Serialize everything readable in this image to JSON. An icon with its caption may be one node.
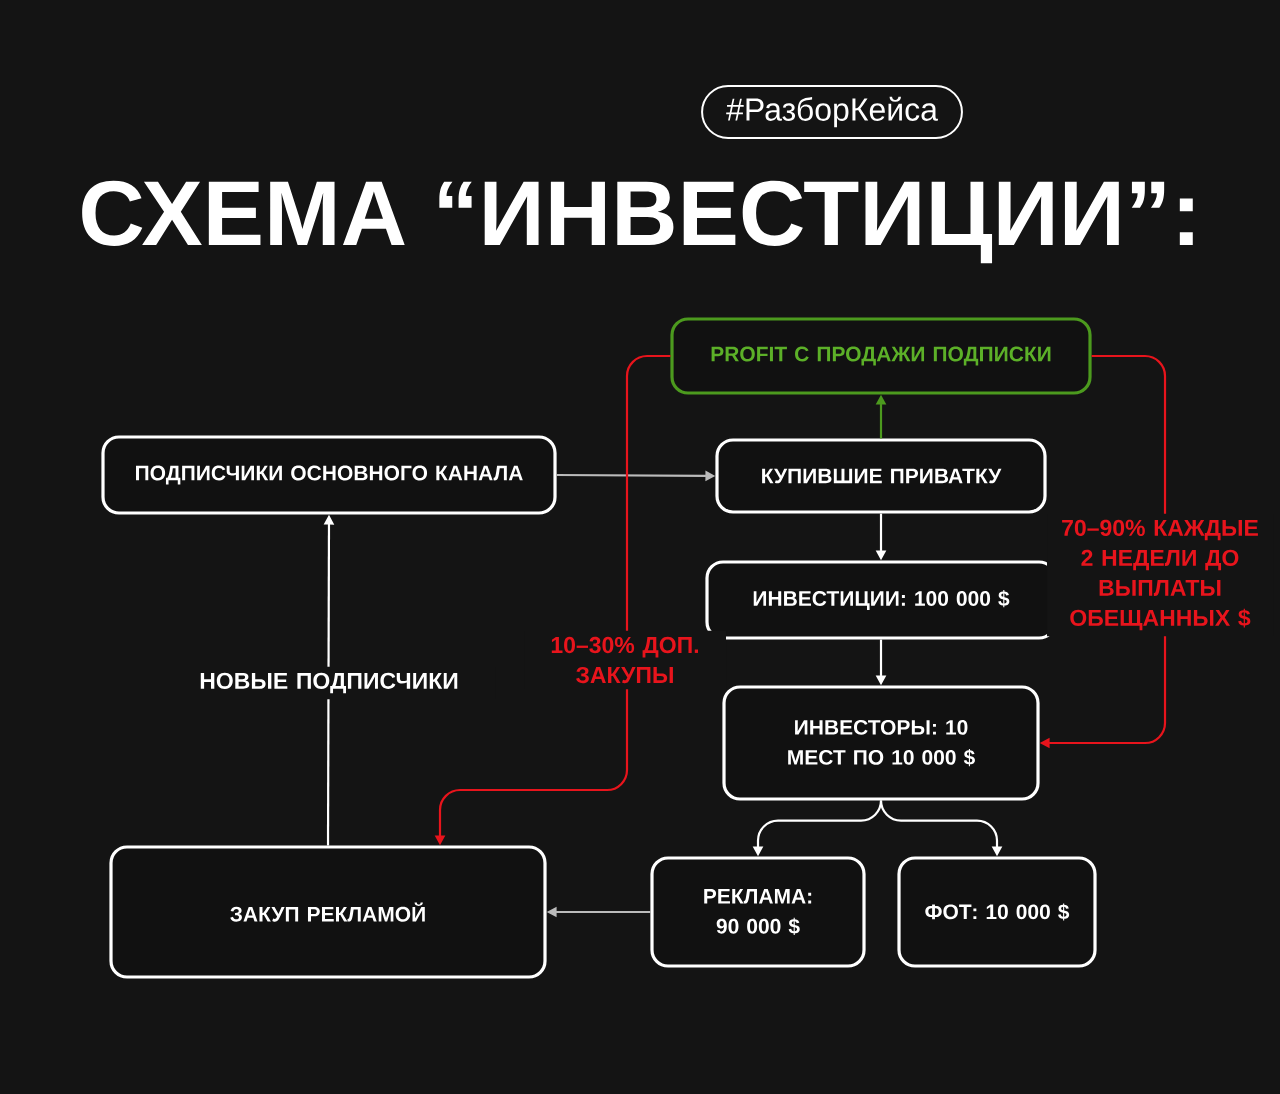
{
  "diagram": {
    "title": "СХЕМА “ИНВЕСТИЦИИ”:",
    "nodes": [
      {
        "text": [
          "PROFIT С ПРОДАЖИ ПОДПИСКИ"
        ]
      },
      {
        "text": [
          "ПОДПИСЧИКИ ОСНОВНОГО КАНАЛА"
        ]
      },
      {
        "text": [
          "КУПИВШИЕ ПРИВАТКУ"
        ]
      },
      {
        "text": [
          "ИНВЕСТИЦИИ: 100 000 $"
        ]
      },
      {
        "text": [
          "ИНВЕСТОРЫ: 10 МЕСТ ПО 10 000 $"
        ]
      },
      {
        "text": [
          "ЗАКУП РЕКЛАМОЙ"
        ]
      },
      {
        "text": [
          "РЕКЛАМА: 90 000 $"
        ]
      },
      {
        "text": [
          "ФОТ: 10 000 $"
        ]
      }
    ],
    "edges": [
      {
        "from": 1,
        "to": 2,
        "arrow": "to",
        "color": "#bbbbbb"
      },
      {
        "from": 2,
        "to": 0,
        "arrow": "to",
        "color": "#4c9a1e"
      },
      {
        "from": 2,
        "to": 3,
        "arrow": "to"
      },
      {
        "from": 3,
        "to": 4,
        "arrow": "to"
      },
      {
        "from": 4,
        "to": 6,
        "arrow": "to"
      },
      {
        "from": 4,
        "to": 7,
        "arrow": "to"
      },
      {
        "from": 6,
        "to": 5,
        "arrow": "to",
        "color": "#bbbbbb"
      },
      {
        "from": 5,
        "to": 1,
        "arrow": "to",
        "label": "НОВЫЕ ПОДПИСЧИКИ"
      },
      {
        "from": 0,
        "to": 5,
        "arrow": "to",
        "color": "#e8141c",
        "label": "10–30% ДОП. ЗАКУПЫ"
      },
      {
        "from": 0,
        "to": 4,
        "arrow": "to",
        "color": "#e8141c",
        "label": "70–90% КАЖДЫЕ 2 НЕДЕЛИ ДО ВЫПЛАТЫ ОБЕЩАННЫХ $"
      }
    ],
    "labels": [
      "#РазборКейса"
    ]
  }
}
